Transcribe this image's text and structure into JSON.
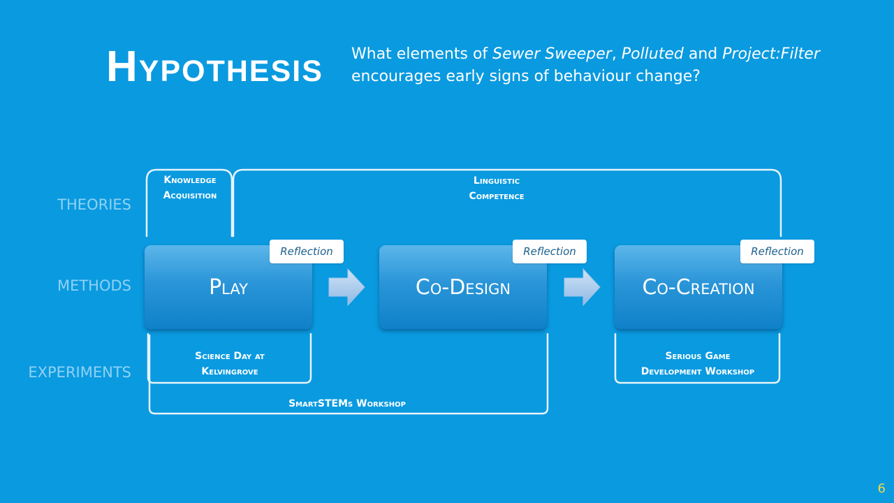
{
  "title": "Hypothesis",
  "question": {
    "prefix": "What elements of ",
    "game1": "Sewer Sweeper",
    "sep1": ", ",
    "game2": "Polluted",
    "sep2": " and ",
    "game3": "Project:Filter",
    "suffix": " encourages early signs of behaviour change?"
  },
  "row_labels": {
    "theories": "THEORIES",
    "methods": "METHODS",
    "experiments": "EXPERIMENTS"
  },
  "theories": {
    "knowledge": {
      "line1": "Knowledge",
      "line2": "Acquisition"
    },
    "linguistic": {
      "line1": "Linguistic",
      "line2": "Competence"
    }
  },
  "methods": [
    {
      "label": "Play",
      "reflection": "Reflection"
    },
    {
      "label": "Co-Design",
      "reflection": "Reflection"
    },
    {
      "label": "Co-Creation",
      "reflection": "Reflection"
    }
  ],
  "experiments": {
    "science_day": {
      "line1": "Science Day at",
      "line2": "Kelvingrove"
    },
    "serious_game": {
      "line1": "Serious Game",
      "line2": "Development Workshop"
    },
    "smartstems": "SmartSTEMs Workshop"
  },
  "colors": {
    "background": "#0a9ae0",
    "row_label": "#8fd2f4",
    "bracket": "#e6f4fc",
    "page_number": "#f0d848"
  },
  "page_number": "6"
}
